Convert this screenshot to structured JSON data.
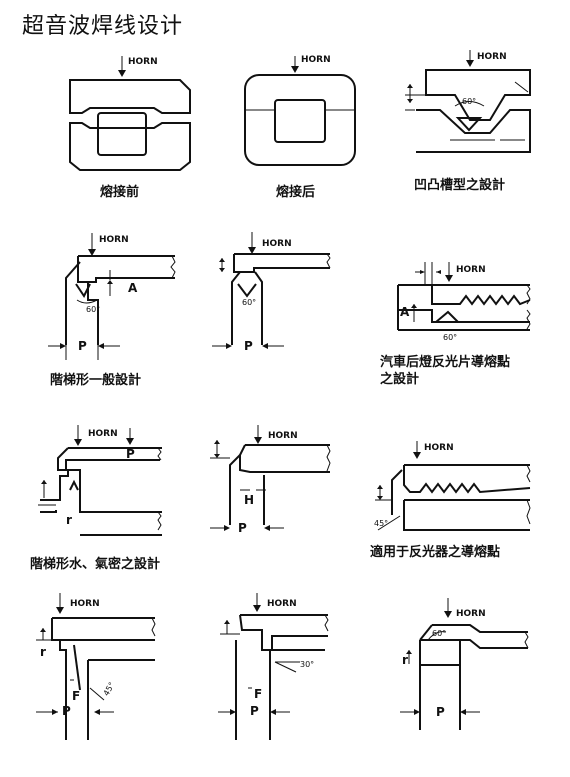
{
  "title": "超音波焊线设计",
  "horn": "HORN",
  "captions": {
    "before": "熔接前",
    "after": "熔接后",
    "groove": "凹凸槽型之設計",
    "step_general": "階梯形一般設計",
    "auto_lamp_1": "汽車后燈反光片導熔點",
    "auto_lamp_2": "之設計",
    "step_water_gas": "階梯形水、氣密之設計",
    "reflector": "適用于反光器之導熔點"
  },
  "symbols": {
    "A": "A",
    "P": "P",
    "r": "r",
    "H": "H",
    "F": "F"
  },
  "angles": {
    "sixty": "60°",
    "fortyfive": "45°",
    "thirty": "30°"
  }
}
